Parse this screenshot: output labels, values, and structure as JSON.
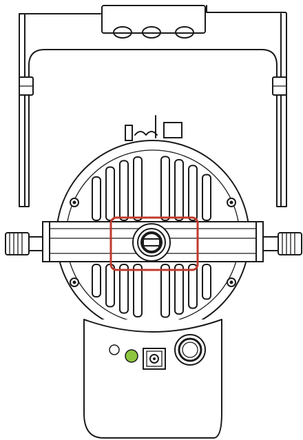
{
  "figure": {
    "subject": "light-fixture-rear-view",
    "colors": {
      "outline": "#1a1a1a",
      "background": "#ffffff",
      "highlight_box": "#c0392b",
      "status_led_on": "#8dc63f",
      "status_led_off": "#ffffff"
    },
    "icons": {
      "mount_holes": "oval-hole-icon",
      "screws": "screw-icon",
      "lock_knob": "knob-icon",
      "center_mount": "mount-socket-icon",
      "power_inlet": "power-connector-icon",
      "dmx_port": "dc-port-icon"
    },
    "highlight": {
      "target": "center-mount-socket"
    },
    "leds": [
      {
        "state": "off"
      },
      {
        "state": "on"
      }
    ]
  }
}
